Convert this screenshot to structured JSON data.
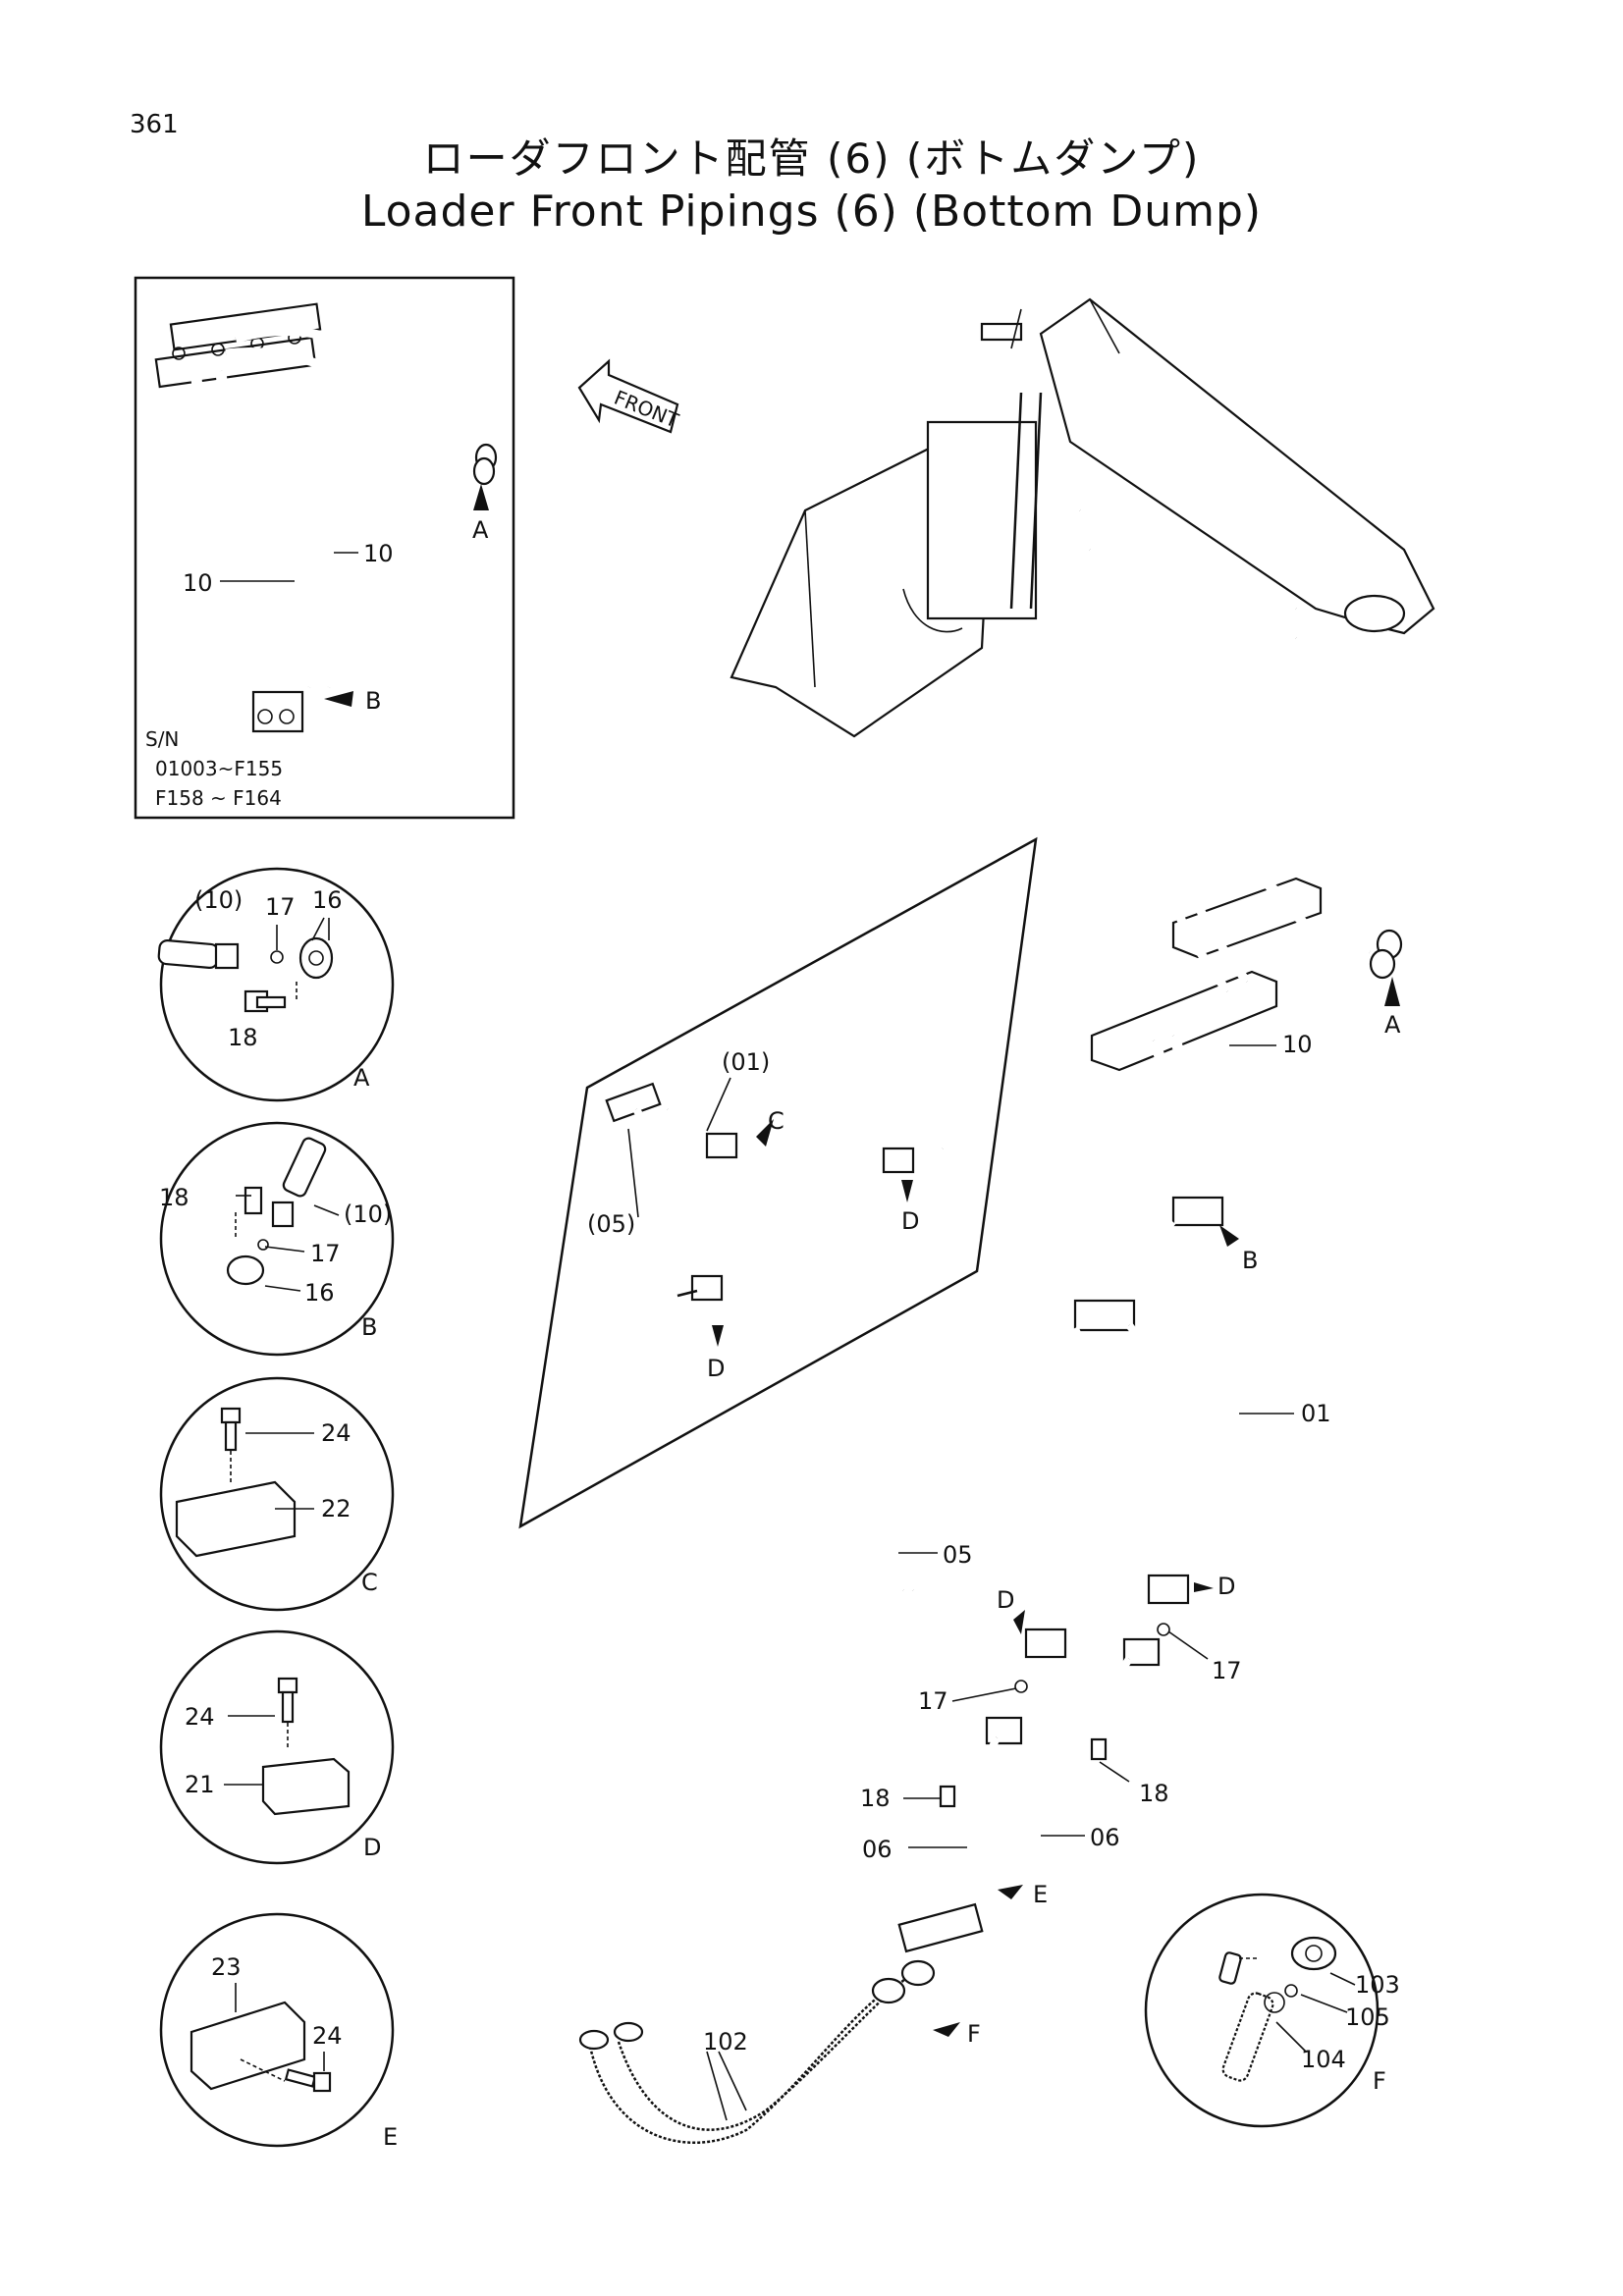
{
  "page_number": "361",
  "title_jp": "ローダフロント配管 (6) (ボトムダンプ)",
  "title_en": "Loader Front Pipings (6) (Bottom Dump)",
  "inset": {
    "labels": {
      "hose_left": "10",
      "hose_right": "10",
      "ref_a": "A",
      "ref_b": "B"
    },
    "serial_heading": "S/N",
    "serial_range_1": "01003~F155",
    "serial_range_2": "F158 ~ F164"
  },
  "front_arrow": "FRONT",
  "detail_a": {
    "hose": "(10)",
    "oring": "17",
    "flange": "16",
    "bolt": "18",
    "letter": "A"
  },
  "detail_b": {
    "bolt": "18",
    "hose": "(10)",
    "oring": "17",
    "flange": "16",
    "letter": "B"
  },
  "detail_c": {
    "bolt": "24",
    "clamp": "22",
    "letter": "C"
  },
  "detail_d": {
    "bolt": "24",
    "clamp": "21",
    "letter": "D"
  },
  "detail_e": {
    "clamp": "23",
    "bolt": "24",
    "letter": "E"
  },
  "detail_f": {
    "flange": "103",
    "oring": "105",
    "hose": "104",
    "letter": "F"
  },
  "panel": {
    "pipe_01": "(01)",
    "ref_c": "C",
    "pipe_05": "(05)",
    "ref_d1": "D",
    "ref_d2": "D"
  },
  "main": {
    "ref_a": "A",
    "hose_10": "10",
    "ref_b": "B",
    "pipe_01": "01",
    "pipe_05": "05",
    "ref_d_left": "D",
    "ref_d_right": "D",
    "oring_left": "17",
    "oring_right": "17",
    "bolt_left": "18",
    "bolt_right": "18",
    "pipe_06_left": "06",
    "pipe_06_right": "06",
    "ref_e": "E",
    "ref_f": "F",
    "hose_102": "102"
  }
}
